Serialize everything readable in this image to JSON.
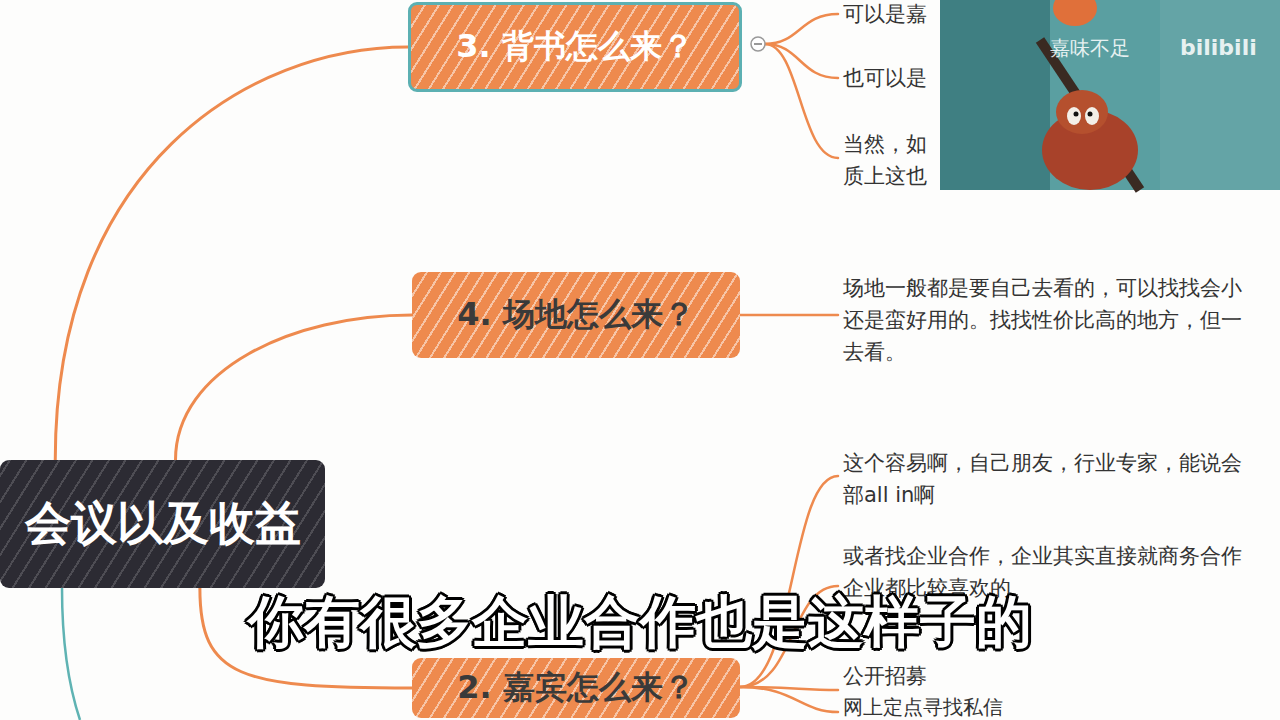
{
  "diagram": {
    "nodes": [
      {
        "text": [
          "会议以及收益"
        ]
      },
      {
        "text": [
          "3. 背书怎么来？"
        ]
      },
      {
        "text": [
          "4. 场地怎么来？"
        ]
      },
      {
        "text": [
          "2. 嘉宾怎么来？"
        ]
      }
    ],
    "edges": [
      {
        "from": 0,
        "to": 1,
        "arrow": "none"
      },
      {
        "from": 0,
        "to": 2,
        "arrow": "none"
      },
      {
        "from": 0,
        "to": 3,
        "arrow": "none"
      }
    ],
    "labels": [
      "可以是嘉",
      "也可以是",
      "当然，如 质上这也",
      "场地一般都是要自己去看的，可以找找会小 还是蛮好用的。找找性价比高的地方，但一 去看。",
      "这个容易啊，自己朋友，行业专家，能说会 部all in啊",
      "或者找企业合作，企业其实直接就商务合作 企业都比较喜欢的",
      "公开招募",
      "网上定点寻找私信",
      "你有很多企业合作也是这样子的",
      "嘉味不足",
      "bilibili"
    ]
  }
}
